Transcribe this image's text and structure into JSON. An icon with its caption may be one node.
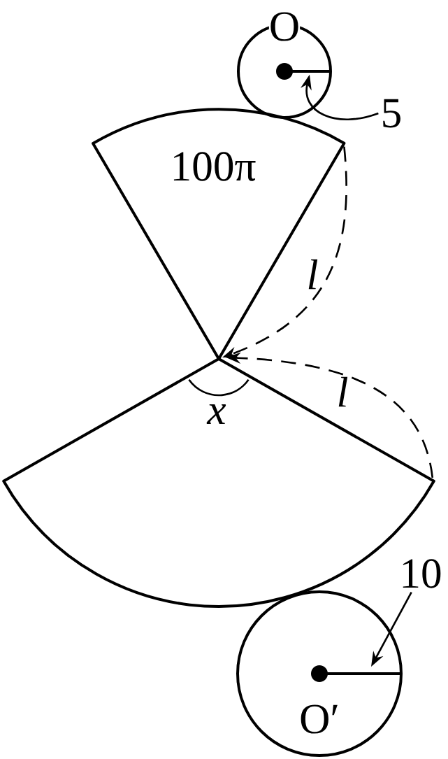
{
  "diagram": {
    "nodes": [
      {
        "text": [
          "O"
        ]
      },
      {
        "text": [],
        "shape": "line",
        "in": 0
      },
      {
        "text": [
          "5"
        ]
      },
      {
        "text": [
          "100π"
        ]
      },
      {
        "text": [
          "x"
        ]
      },
      {
        "text": [
          "O′"
        ]
      },
      {
        "text": [],
        "shape": "line",
        "in": 5
      },
      {
        "text": [
          "10"
        ]
      }
    ],
    "edges": [
      {
        "from": 2,
        "to": 1,
        "arrow": "to"
      },
      {
        "from": 3,
        "to": 4,
        "arrow": "to",
        "label": "l",
        "style": "dashed"
      },
      {
        "from": 4,
        "to": 3,
        "arrow": "to",
        "label": "l",
        "style": "dashed"
      },
      {
        "from": 7,
        "to": 6,
        "arrow": "to"
      }
    ]
  }
}
